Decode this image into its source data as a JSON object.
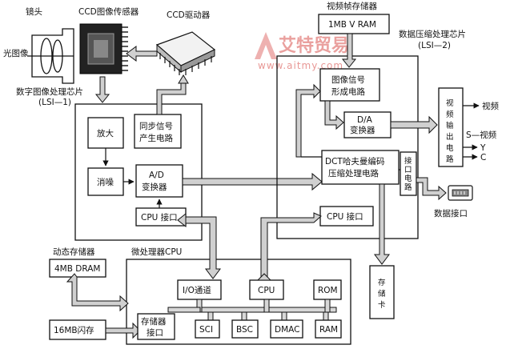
{
  "labels": {
    "lens": "镜头",
    "ccd_sensor": "CCD图像传感器",
    "ccd_driver": "CCD驱动器",
    "optical_image": "光图像",
    "dsp_chip_line1": "数字图像处理芯片",
    "dsp_chip_line2": "(LSI—1)",
    "video_frame_memory": "视频帧存储器",
    "compress_chip_line1": "数据压缩处理芯片",
    "compress_chip_line2": "(LSI—2)",
    "dynamic_memory": "动态存储器",
    "micro_cpu": "微处理器CPU",
    "video_out": "视频",
    "s_video": "S—视频",
    "y_out": "Y",
    "c_out": "C",
    "data_port": "数据接口"
  },
  "boxes": {
    "amp": "放大",
    "sync_line1": "同步信号",
    "sync_line2": "产生电路",
    "denoise": "消噪",
    "ad_line1": "A/D",
    "ad_line2": "变换器",
    "cpu_if_left": "CPU 接口",
    "vram": "1MB V RAM",
    "img_sig_line1": "图像信号",
    "img_sig_line2": "形成电路",
    "da_line1": "D/A",
    "da_line2": "变换器",
    "dct_line1": "DCT哈夫曼编码",
    "dct_line2": "压缩处理电路",
    "iface_vertical": "接口电路",
    "cpu_if_right": "CPU 接口",
    "video_out_vertical": "视频输出电路",
    "storage_card_vertical": "存储卡",
    "dram": "4MB DRAM",
    "flash": "16MB闪存",
    "io": "I/O通道",
    "cpu": "CPU",
    "rom": "ROM",
    "mem_if_line1": "存储器",
    "mem_if_line2": "接口",
    "sci": "SCI",
    "bsc": "BSC",
    "dmac": "DMAC",
    "ram": "RAM"
  },
  "watermark": {
    "brand": "艾特贸易",
    "url": "www.aitmy.com"
  }
}
